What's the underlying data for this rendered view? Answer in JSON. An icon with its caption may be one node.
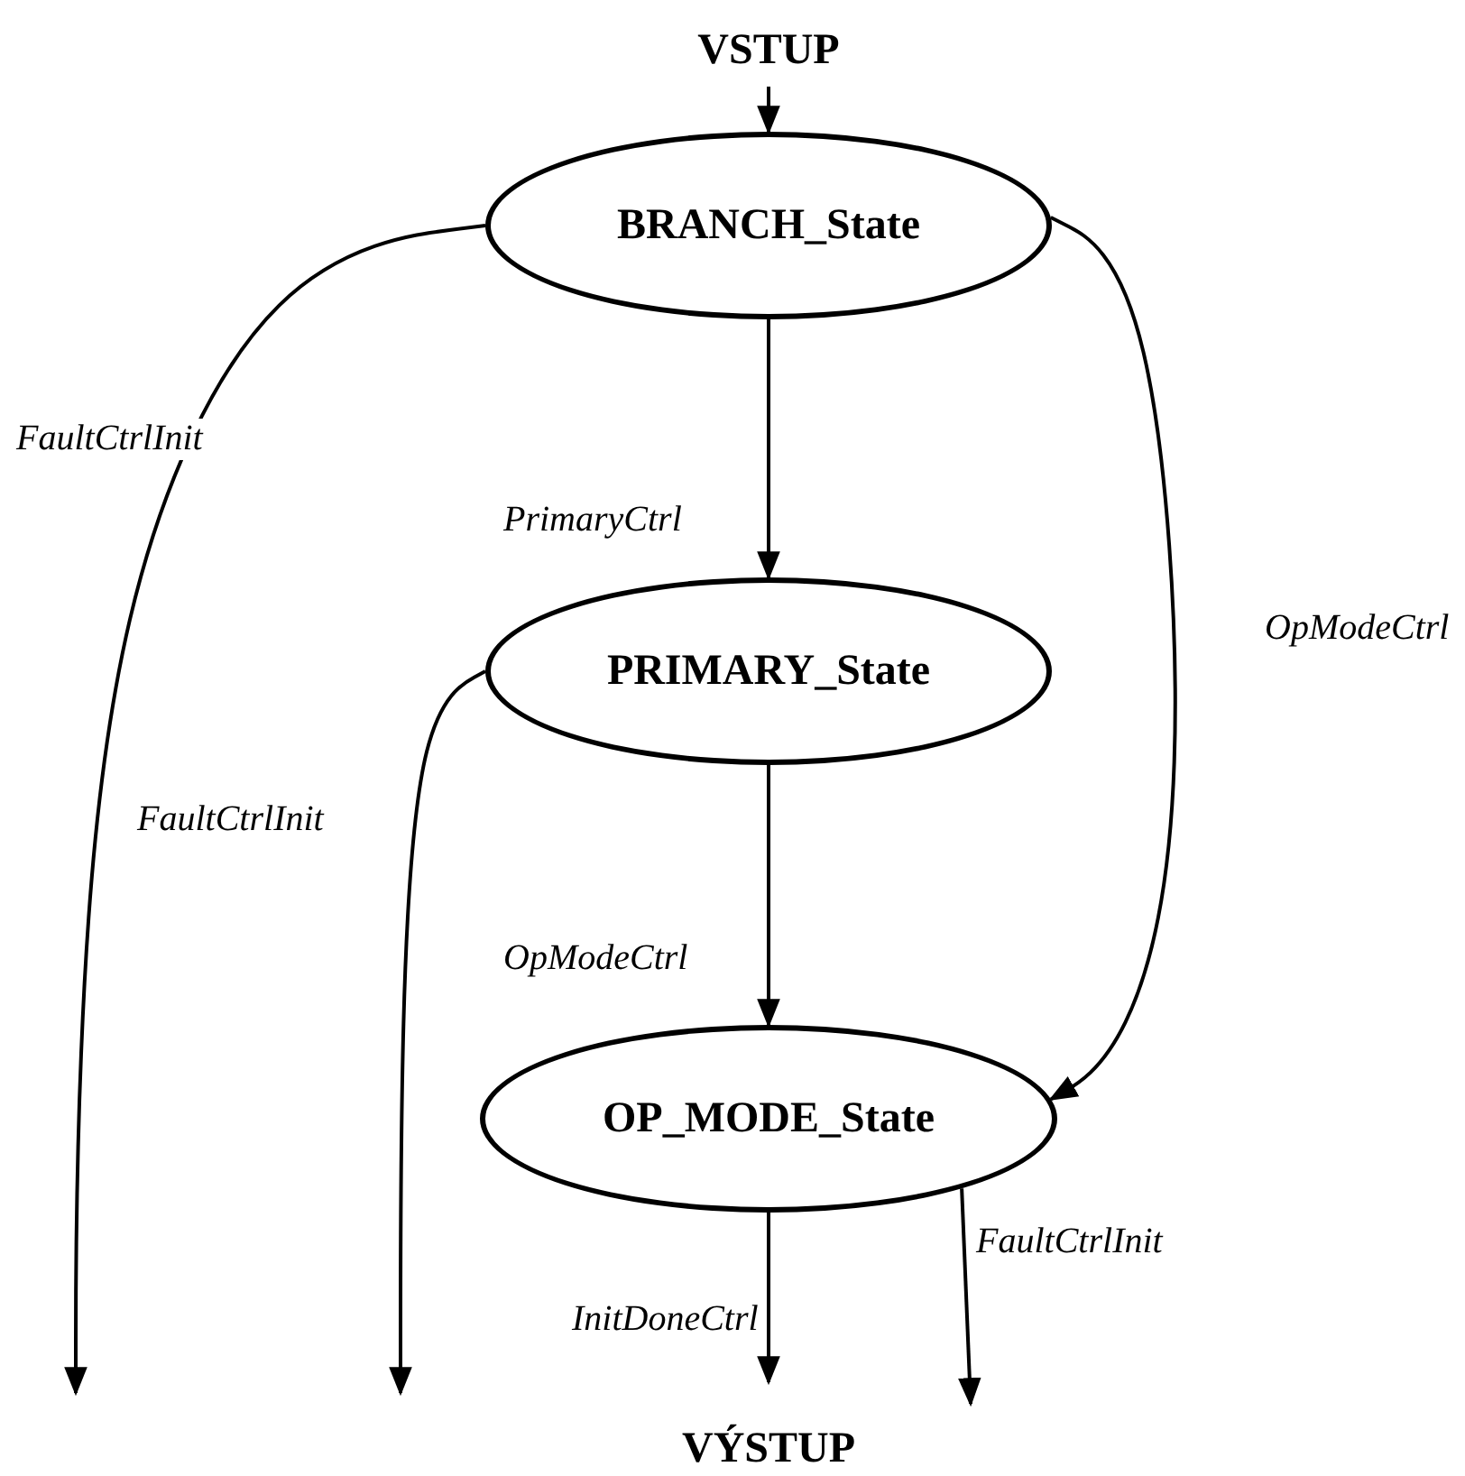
{
  "diagram": {
    "nodes": [
      {
        "text": [
          "VSTUP"
        ]
      },
      {
        "text": [
          "BRANCH_State"
        ]
      },
      {
        "text": [
          "PRIMARY_State"
        ]
      },
      {
        "text": [
          "OP_MODE_State"
        ]
      }
    ],
    "edges": [
      {
        "from": 0,
        "to": 1,
        "arrow": "to"
      },
      {
        "from": 1,
        "to": null,
        "arrow": "to",
        "label": "FaultCtrlInit"
      },
      {
        "from": 1,
        "to": 2,
        "arrow": "to",
        "label": "PrimaryCtrl"
      },
      {
        "from": 1,
        "to": 3,
        "arrow": "to",
        "label": "OpModeCtrl"
      },
      {
        "from": 2,
        "to": null,
        "arrow": "to",
        "label": "FaultCtrlInit"
      },
      {
        "from": 2,
        "to": 3,
        "arrow": "to",
        "label": "OpModeCtrl"
      },
      {
        "from": 3,
        "to": null,
        "arrow": "to",
        "label": "InitDoneCtrl"
      },
      {
        "from": 3,
        "to": null,
        "arrow": "to",
        "label": "FaultCtrlInit"
      }
    ],
    "labels": [
      "VÝSTUP"
    ]
  }
}
